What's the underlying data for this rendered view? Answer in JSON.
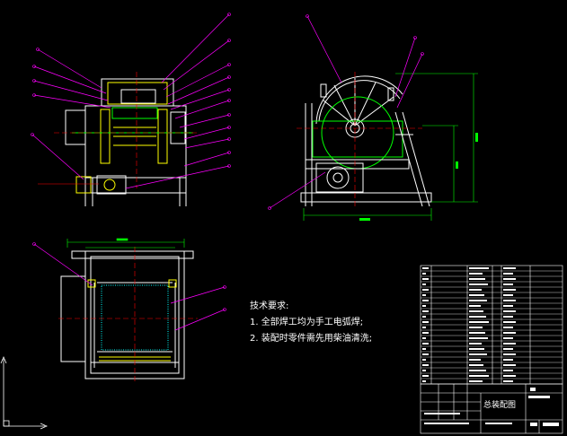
{
  "notes": {
    "heading": "技术要求:",
    "items": [
      "1. 全部焊工均为手工电弧焊;",
      "2. 装配时零件需先用柴油清洗;"
    ]
  },
  "title_block": {
    "drawing_name": "总装配图"
  },
  "colors": {
    "background": "#000000",
    "outline": "#ffffff",
    "leader": "#ff00ff",
    "dimension": "#00ff00",
    "centerline": "#ff0000",
    "highlight": "#ffff00",
    "mesh": "#00ffff"
  }
}
